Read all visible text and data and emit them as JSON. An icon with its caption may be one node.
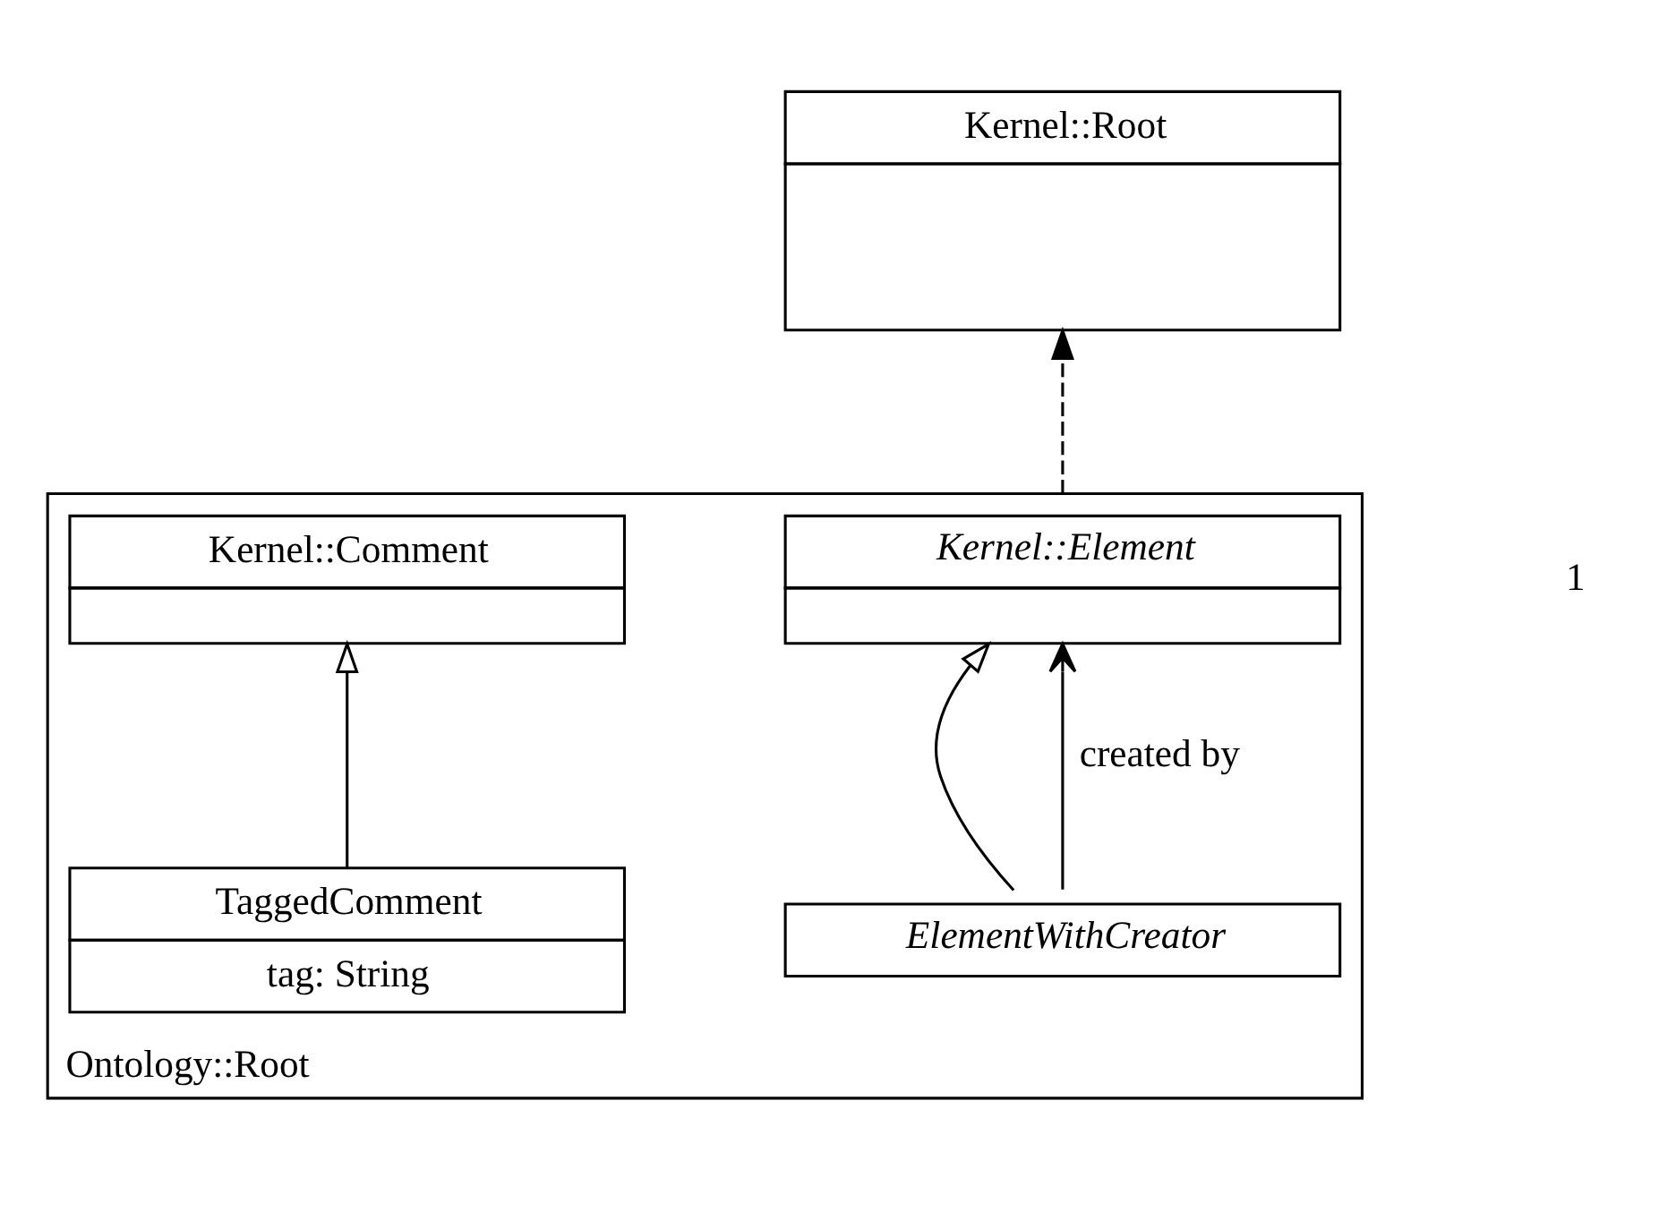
{
  "diagram": {
    "nodes": [
      {
        "text": [
          "Kernel::Root"
        ]
      },
      {
        "text": [
          "Ontology::Root"
        ]
      },
      {
        "text": [
          "Kernel::Element"
        ],
        "in": 1
      },
      {
        "text": [
          "Kernel::Comment"
        ],
        "in": 1
      },
      {
        "text": [
          "ElementWithCreator"
        ],
        "in": 1
      },
      {
        "text": [
          "TaggedComment",
          "tag: String"
        ],
        "in": 1
      }
    ],
    "edges": [
      {
        "from": 1,
        "to": 0,
        "arrow": "to",
        "style": "dashed"
      },
      {
        "from": 4,
        "to": 2,
        "arrow": "to"
      },
      {
        "from": 5,
        "to": 3,
        "arrow": "to"
      },
      {
        "from": 4,
        "to": 2,
        "arrow": "to",
        "label": "created by"
      }
    ],
    "labels": [
      "1"
    ]
  }
}
